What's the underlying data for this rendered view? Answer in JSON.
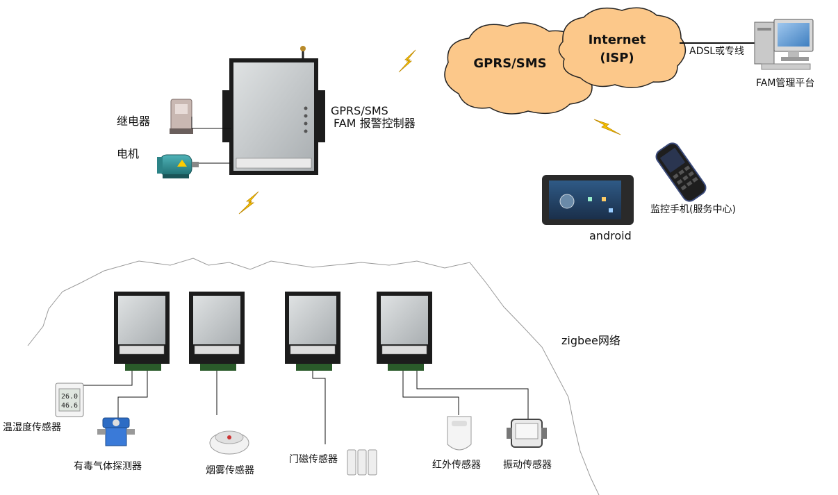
{
  "clouds": {
    "gprs_label": "GPRS/SMS",
    "internet_line1": "Internet",
    "internet_line2": "(ISP)"
  },
  "links": {
    "adsl_label": "ADSL或专线"
  },
  "devices": {
    "fam_platform_label": "FAM管理平台",
    "controller_line1": "GPRS/SMS",
    "controller_line2": "FAM 报警控制器",
    "relay_label": "继电器",
    "motor_label": "电机",
    "android_label": "android",
    "phone_label": "监控手机(服务中心)"
  },
  "network": {
    "zigbee_label": "zigbee网络"
  },
  "sensors": {
    "temp_humidity": "温湿度传感器",
    "toxic_gas": "有毒气体探测器",
    "smoke": "烟雾传感器",
    "door_magnet": "门磁传感器",
    "infrared": "红外传感器",
    "vibration": "振动传感器"
  },
  "display_values": {
    "thermo_top": "26.0",
    "thermo_bottom": "46.6"
  },
  "colors": {
    "cloud_fill": "#fcc88a",
    "lightning": "#f6c100",
    "device_gray": "#c4c8ca",
    "device_frame": "#1c1c1c"
  }
}
